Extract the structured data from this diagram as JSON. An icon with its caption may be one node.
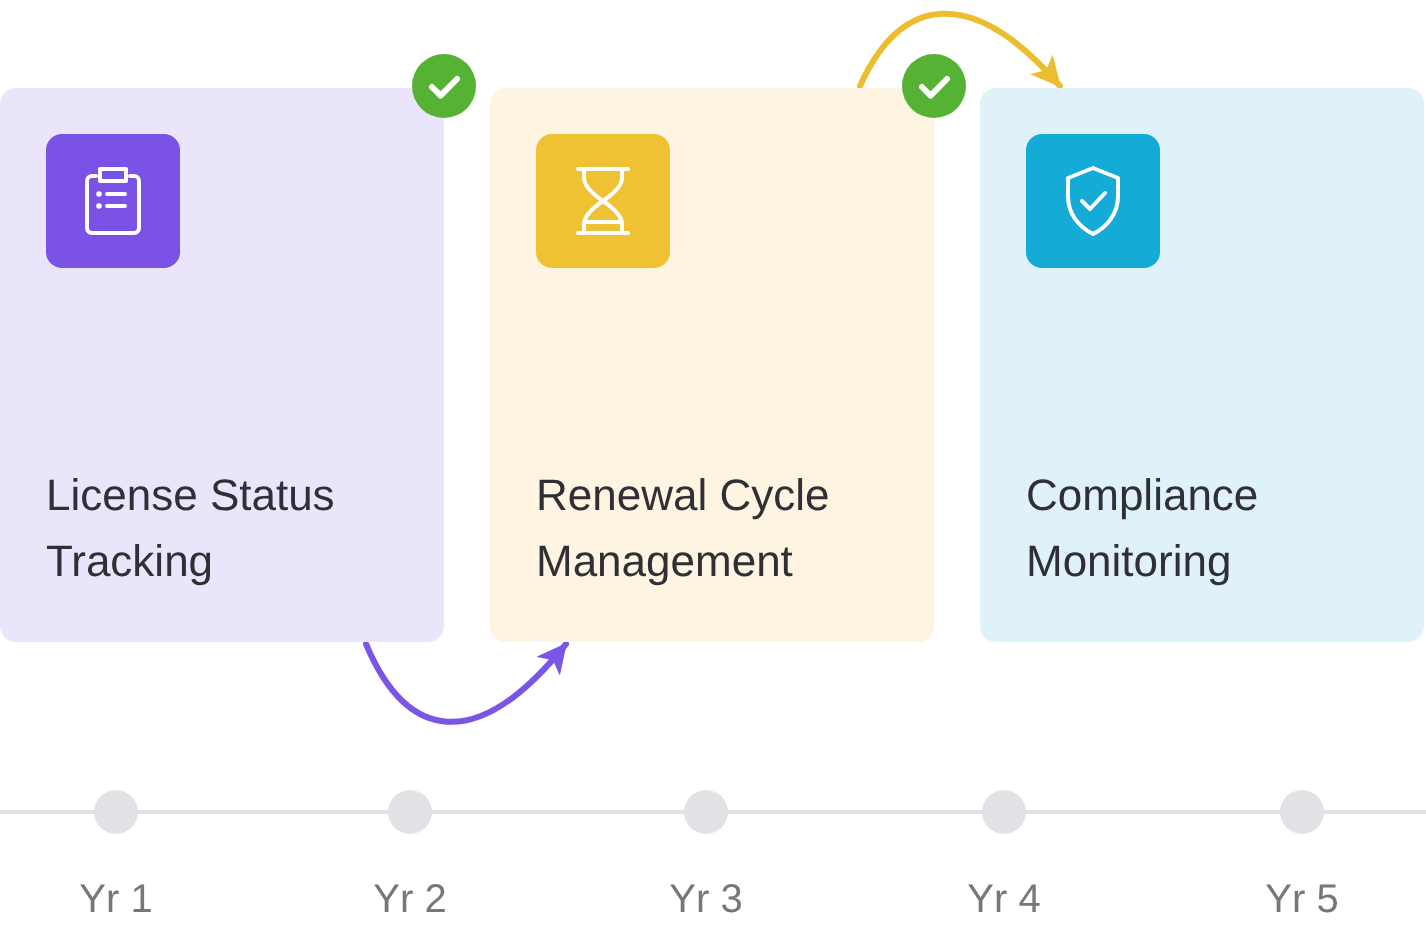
{
  "diagram": {
    "nodes": [
      {
        "text": [
          "License Status Tracking"
        ]
      },
      {
        "text": [
          "Renewal Cycle Management"
        ]
      },
      {
        "text": [
          "Compliance Monitoring"
        ]
      }
    ],
    "edges": [
      {
        "from": 0,
        "to": 1,
        "arrow": "to",
        "color": "#7b55e6"
      },
      {
        "from": 1,
        "to": 2,
        "arrow": "to",
        "color": "#ecbd2f"
      }
    ],
    "labels": [
      "Yr 1",
      "Yr 2",
      "Yr 3",
      "Yr 4",
      "Yr 5"
    ]
  }
}
